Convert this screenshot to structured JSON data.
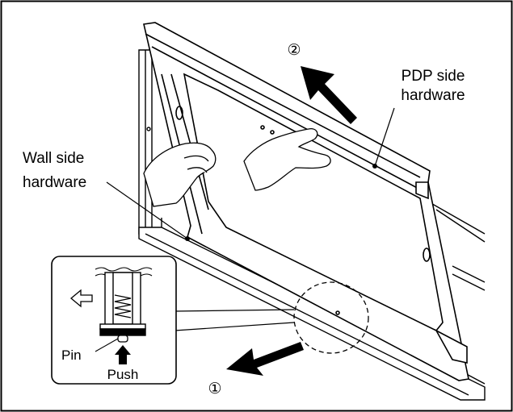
{
  "callouts": {
    "step_two": "②",
    "step_one": "①",
    "pdp_line1": "PDP side",
    "pdp_line2": "hardware",
    "wall_line1": "Wall side",
    "wall_line2": "hardware"
  },
  "inset": {
    "pin": "Pin",
    "push": "Push"
  },
  "icons": [
    "arrow-left-icon",
    "arrow-up-icon",
    "arrow-up-right-icon",
    "arrow-down-left-icon",
    "spring-icon"
  ]
}
